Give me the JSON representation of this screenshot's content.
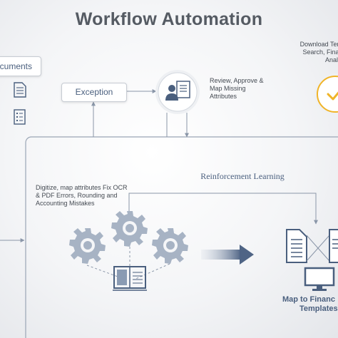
{
  "title": "Workflow Automation",
  "documents_label": "ocuments",
  "exception_label": "Exception",
  "review_text": "Review, Approve & Map Missing Attributes",
  "download_text": "Download Templa Search, Financia Analysis,",
  "rl_label": "Reinforcement Learning",
  "digitize_text": "Digitize, map attributes Fix OCR & PDF Errors, Rounding and Accounting Mistakes",
  "map_label_line1": "Map to Financ",
  "map_label_line2": "Templates",
  "colors": {
    "line": "#8a96a8",
    "icon": "#4a5f7e",
    "gear": "#9aa7ba",
    "accent": "#f0b428",
    "text_dark": "#555b63"
  },
  "icons": [
    "document-icon",
    "checklist-icon",
    "reviewer-icon",
    "check-icon",
    "gear-icon",
    "book-icon",
    "arrow-right-icon",
    "file-stack-icon",
    "monitor-icon"
  ]
}
